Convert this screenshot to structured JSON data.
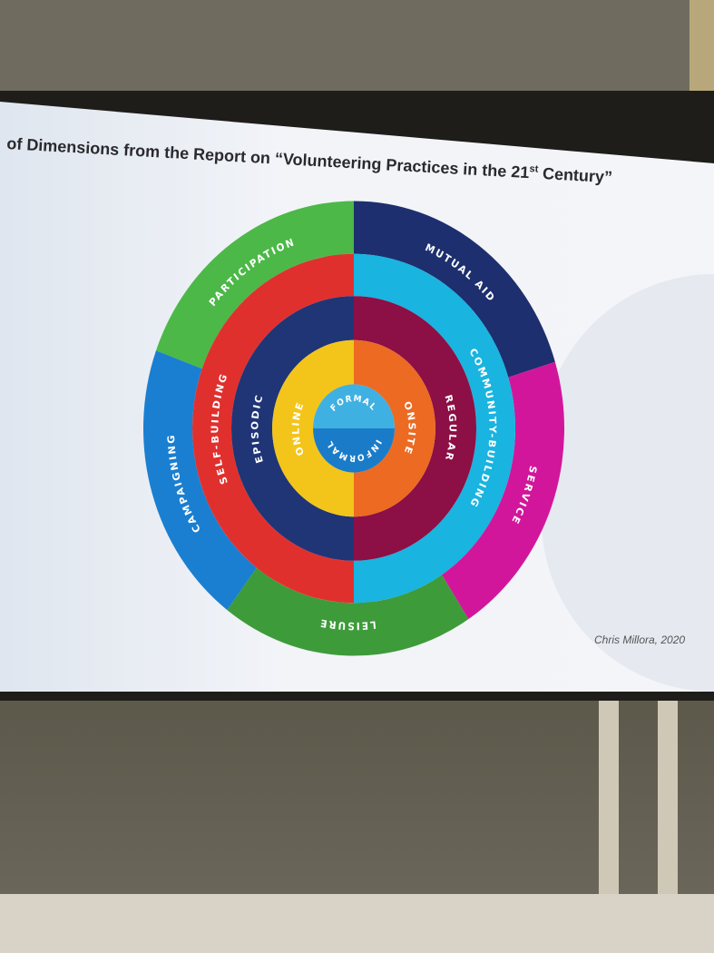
{
  "slide": {
    "title_prefix": "of Dimensions from the Report on “Volunteering Practices in the 21",
    "title_sup": "st",
    "title_suffix": " Century”",
    "credit": "Chris Millora, 2020"
  },
  "wheel": {
    "rings": [
      {
        "name": "outer",
        "segments": [
          {
            "label": "PARTICIPATION",
            "color": "#4cb848",
            "from": 290,
            "to": 360
          },
          {
            "label": "MUTUAL AID",
            "color": "#1d2f6e",
            "from": 0,
            "to": 73
          },
          {
            "label": "SERVICE",
            "color": "#d2169c",
            "from": 73,
            "to": 147
          },
          {
            "label": "LEISURE",
            "color": "#3e9b3a",
            "from": 147,
            "to": 217
          },
          {
            "label": "CAMPAIGNING",
            "color": "#1a7fd0",
            "from": 217,
            "to": 290
          }
        ]
      },
      {
        "name": "purpose",
        "segments": [
          {
            "label": "COMMUNITY-BUILDING",
            "color": "#19b4e0",
            "from": 0,
            "to": 180
          },
          {
            "label": "SELF-BUILDING",
            "color": "#e0302e",
            "from": 180,
            "to": 360
          }
        ]
      },
      {
        "name": "frequency",
        "segments": [
          {
            "label": "REGULAR",
            "color": "#8c0f45",
            "from": 0,
            "to": 180
          },
          {
            "label": "EPISODIC",
            "color": "#1f3576",
            "from": 180,
            "to": 360
          }
        ]
      },
      {
        "name": "place",
        "segments": [
          {
            "label": "ONSITE",
            "color": "#ec6a22",
            "from": 0,
            "to": 180
          },
          {
            "label": "ONLINE",
            "color": "#f3c51a",
            "from": 180,
            "to": 360
          }
        ]
      },
      {
        "name": "core",
        "segments": [
          {
            "label": "FORMAL",
            "color": "#3fb0e2",
            "from": 270,
            "to": 450
          },
          {
            "label": "INFORMAL",
            "color": "#1a7cc8",
            "from": 90,
            "to": 270
          }
        ]
      }
    ]
  }
}
